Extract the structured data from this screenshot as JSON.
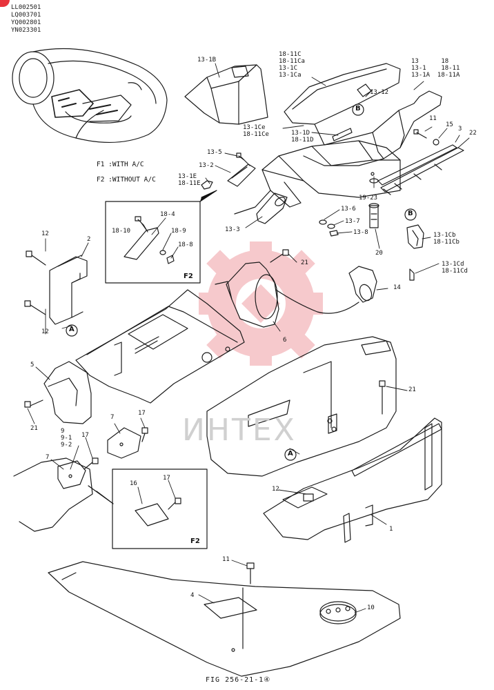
{
  "model_codes": [
    "LL002501",
    "LQ003701",
    "YQ002801",
    "YN023301"
  ],
  "notes": {
    "f1": "F1 :WITH A/C",
    "f2": "F2 :WITHOUT A/C"
  },
  "figure_caption": "FIG 256-21-1④",
  "watermark": "ИНТЕХ",
  "colors": {
    "line": "#1a1a1a",
    "watermark": "#f4b8bc",
    "accent": "#e8343c"
  },
  "inset_tags": {
    "inset_top": "F2",
    "inset_bottom": "F2"
  },
  "callouts": {
    "c13_1b": "13-1B",
    "c18_11c_group": "18-11C\n18-11Ca\n13-1C\n13-1Ca",
    "c13_group_right": "13      18\n13-1    18-11\n13-1A  18-11A",
    "c13_12": "13-12",
    "c13_1ce": "13-1Ce\n18-11Ce",
    "c13_1d": "13-1D\n18-11D",
    "c11_top": "11",
    "c15": "15",
    "c3": "3",
    "c22": "22",
    "c13_5": "13-5",
    "c13_2": "13-2",
    "c13_1e": "13-1E\n18-11E",
    "c19_23": "19-23",
    "c13_6": "13-6",
    "c13_7": "13-7",
    "c13_8": "13-8",
    "c13_3": "13-3",
    "c20": "20",
    "c13_1cb": "13-1Cb\n18-11Cb",
    "c13_1cd": "13-1Cd\n18-11Cd",
    "c18_4": "18-4",
    "c18_10": "18-10",
    "c18_9": "18-9",
    "c18_8": "18-8",
    "c12_a": "12",
    "c2": "2",
    "c21_a": "21",
    "c14": "14",
    "c12_b": "12",
    "c6": "6",
    "c5": "5",
    "c21_b": "21",
    "c21_c": "21",
    "c7_a": "7",
    "c17_a": "17",
    "c9_group": "9\n9-1\n9-2",
    "c17_b": "17",
    "c7_b": "7",
    "c16": "16",
    "c17_c": "17",
    "c12_c": "12",
    "c1": "1",
    "c11_bottom": "11",
    "c4": "4",
    "c10": "10"
  },
  "circle_markers": {
    "a1": "A",
    "a2": "A",
    "b1": "B",
    "b2": "B"
  }
}
